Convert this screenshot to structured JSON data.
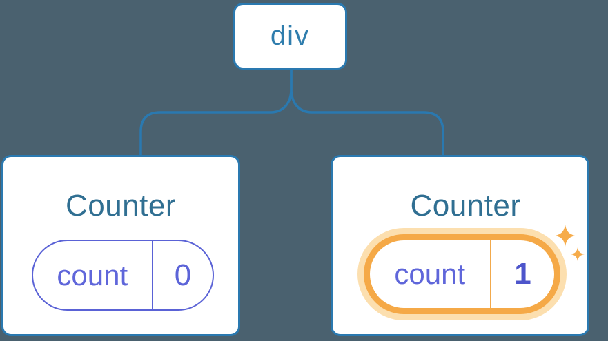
{
  "tree": {
    "root": {
      "label": "div"
    },
    "children": [
      {
        "title": "Counter",
        "state": {
          "key": "count",
          "value": "0"
        },
        "highlighted": false
      },
      {
        "title": "Counter",
        "state": {
          "key": "count",
          "value": "1"
        },
        "highlighted": true
      }
    ]
  },
  "icons": {
    "sparkle": "sparkle-icon"
  },
  "colors": {
    "background": "#4a616f",
    "node_border_blue": "#2a79b0",
    "node_text_blue": "#2f7dad",
    "title_teal": "#306f92",
    "state_purple": "#5a62d6",
    "state_value_bold_purple": "#4d55cb",
    "highlight_orange": "#f5a947",
    "highlight_halo_orange": "#fcdfaf",
    "sparkle_orange": "#f6ac4b",
    "card_background": "#ffffff"
  }
}
